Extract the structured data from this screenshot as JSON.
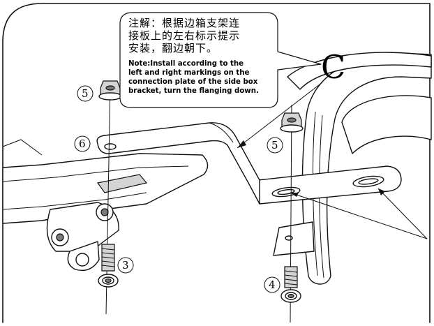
{
  "note": {
    "chinese_lines": [
      "注解：根据边箱支架连",
      "接板上的左右标示提示",
      "安装，翻边朝下。"
    ],
    "english_lines": [
      "Note:Install according to the",
      "left and right markings on the",
      "connection plate of the side box",
      "bracket, turn the flanging down."
    ]
  },
  "section_label": "C",
  "callouts": {
    "nut_left": "5",
    "nut_right": "5",
    "plate": "6",
    "bolt_left": "3",
    "bolt_right": "4"
  }
}
